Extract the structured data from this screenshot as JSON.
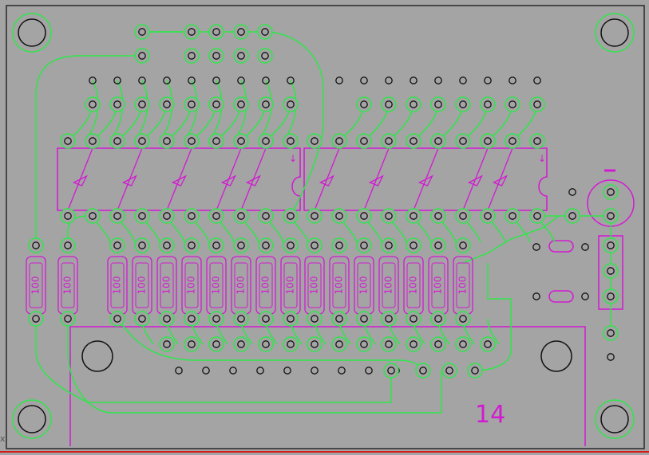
{
  "pcb": {
    "board_label": "14",
    "resistor_label": "100",
    "resistor_count": 17,
    "ic_count": 2,
    "cursor_glyph": "x",
    "colors": {
      "board": "#a4a4a4",
      "edge": "#2a2a2a",
      "copper": "#2ee64a",
      "silk": "#d21ad2",
      "hole": "#111111",
      "edge_cut": "#d21a1a"
    }
  }
}
